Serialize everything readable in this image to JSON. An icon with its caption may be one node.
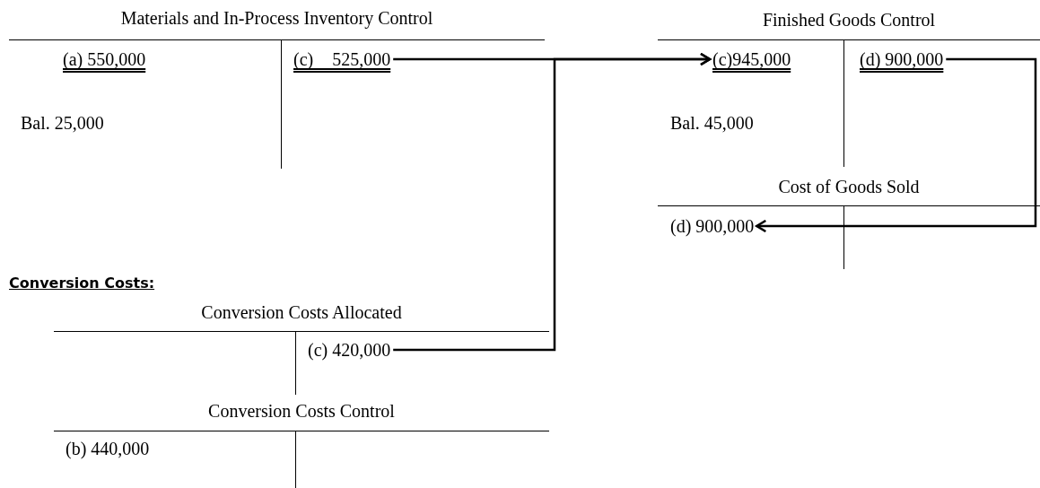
{
  "diagram": {
    "nodes": [
      {
        "text": [
          "Materials and In-Process Inventory Control"
        ]
      },
      {
        "text": [
          "(a) 550,000"
        ],
        "in": 0
      },
      {
        "text": [
          "(c) 525,000"
        ],
        "in": 0
      },
      {
        "text": [
          "Bal. 25,000"
        ],
        "in": 0
      },
      {
        "text": [
          "Finished Goods Control"
        ]
      },
      {
        "text": [
          "(c)945,000"
        ],
        "in": 4
      },
      {
        "text": [
          "(d) 900,000"
        ],
        "in": 4
      },
      {
        "text": [
          "Bal. 45,000"
        ],
        "in": 4
      },
      {
        "text": [
          "Cost of Goods Sold"
        ]
      },
      {
        "text": [
          "(d) 900,000"
        ],
        "in": 8
      },
      {
        "text": [
          "Conversion Costs Allocated"
        ]
      },
      {
        "text": [
          "(c) 420,000"
        ],
        "in": 10
      },
      {
        "text": [
          "Conversion Costs Control"
        ]
      },
      {
        "text": [
          "(b) 440,000"
        ],
        "in": 12
      }
    ],
    "edges": [
      {
        "from": 2,
        "to": 5,
        "arrow": "to"
      },
      {
        "from": 11,
        "to": 5,
        "arrow": "to"
      },
      {
        "from": 6,
        "to": 9,
        "arrow": "to"
      }
    ],
    "labels": [
      "Conversion Costs:"
    ]
  }
}
